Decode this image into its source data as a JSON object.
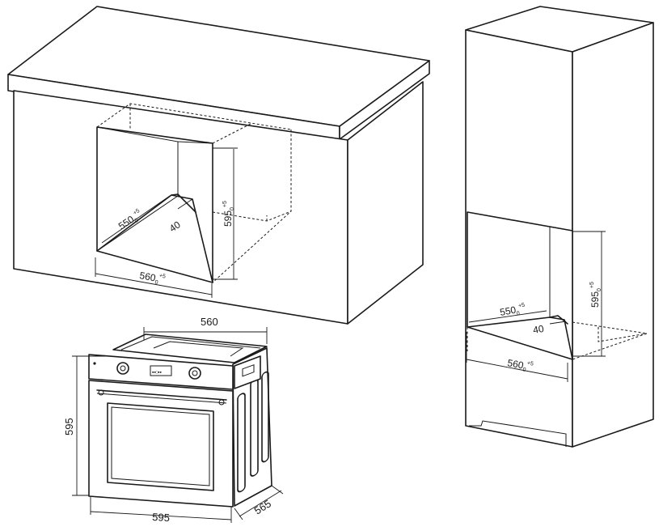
{
  "undercounter": {
    "depth": {
      "value": "550",
      "sub": "0",
      "sup": "+5"
    },
    "back_gap": {
      "value": "40"
    },
    "height": {
      "value": "595",
      "sub": "0",
      "sup": "+5"
    },
    "width": {
      "value": "560",
      "sub": "0",
      "sup": "+5"
    }
  },
  "tall_unit": {
    "depth": {
      "value": "550",
      "sub": "0",
      "sup": "+5"
    },
    "back_gap": {
      "value": "40"
    },
    "height": {
      "value": "595",
      "sub": "0",
      "sup": "+5"
    },
    "width": {
      "value": "560",
      "sub": "0",
      "sup": "+5"
    }
  },
  "oven": {
    "top_width": {
      "value": "560"
    },
    "height": {
      "value": "595"
    },
    "front_width": {
      "value": "595"
    },
    "depth": {
      "value": "565"
    }
  }
}
